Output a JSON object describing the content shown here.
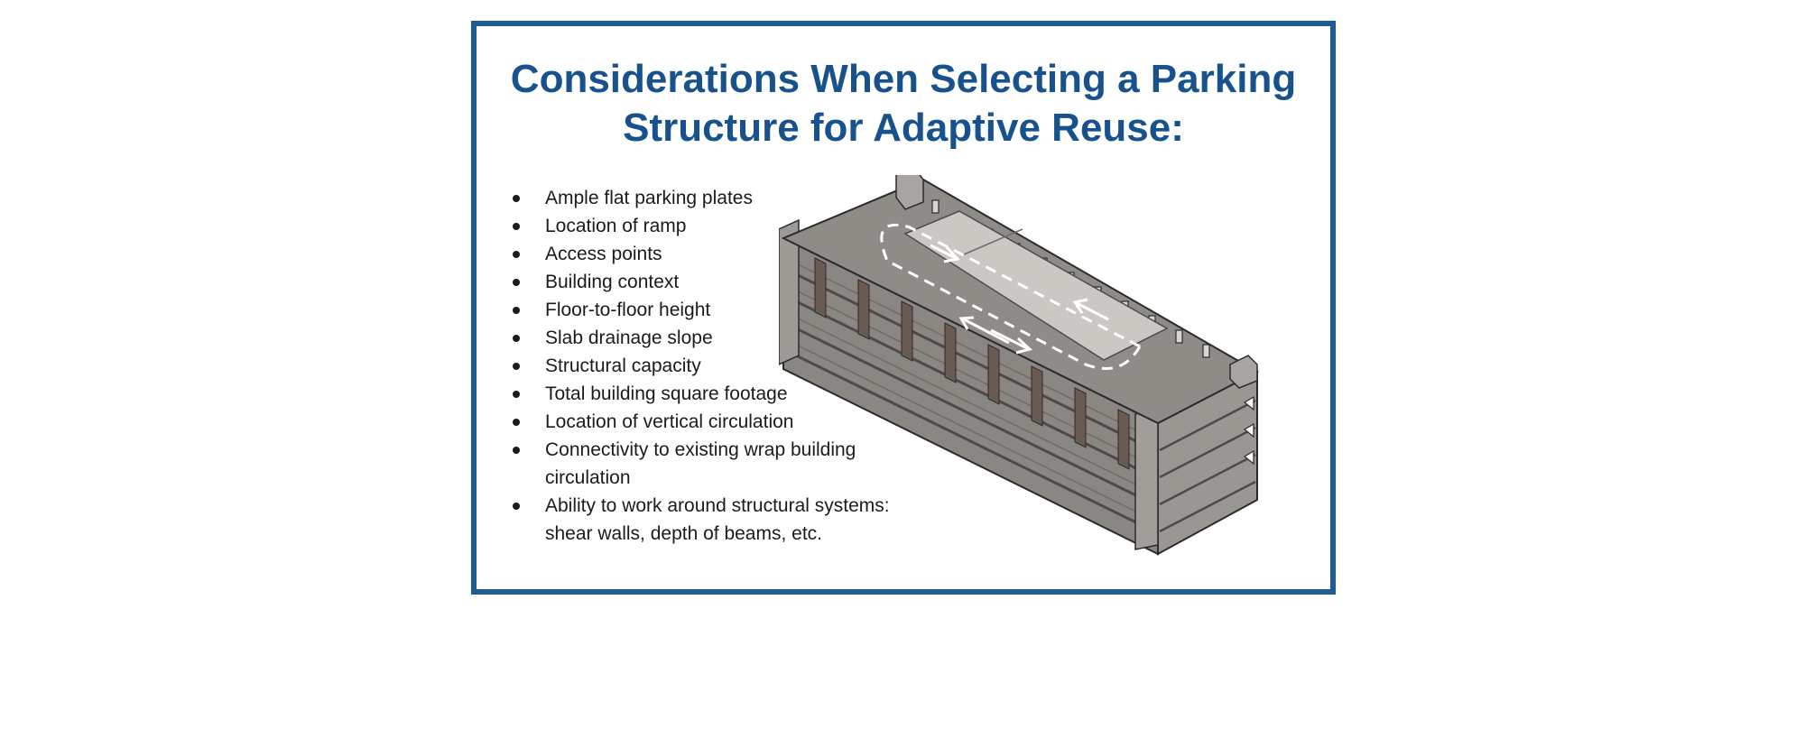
{
  "title": {
    "line1": "Considerations When Selecting a Parking",
    "line2": "Structure for Adaptive Reuse:"
  },
  "items": [
    [
      "Ample flat parking plates"
    ],
    [
      "Location of ramp"
    ],
    [
      "Access points"
    ],
    [
      "Building context"
    ],
    [
      "Floor-to-floor height"
    ],
    [
      "Slab drainage slope"
    ],
    [
      "Structural capacity"
    ],
    [
      "Total building square footage"
    ],
    [
      "Location of vertical circulation"
    ],
    [
      "Connectivity to existing wrap building",
      "circulation"
    ],
    [
      "Ability to work around structural systems:",
      "shear walls, depth of beams, etc."
    ]
  ],
  "colors": {
    "border": "#1f5c94",
    "title": "#17528d",
    "roof": "#8f8c88",
    "ramp": "#cbc8c3",
    "facade": "#8a8783"
  },
  "illustration": {
    "icon": "parking-structure-isometric-icon"
  }
}
